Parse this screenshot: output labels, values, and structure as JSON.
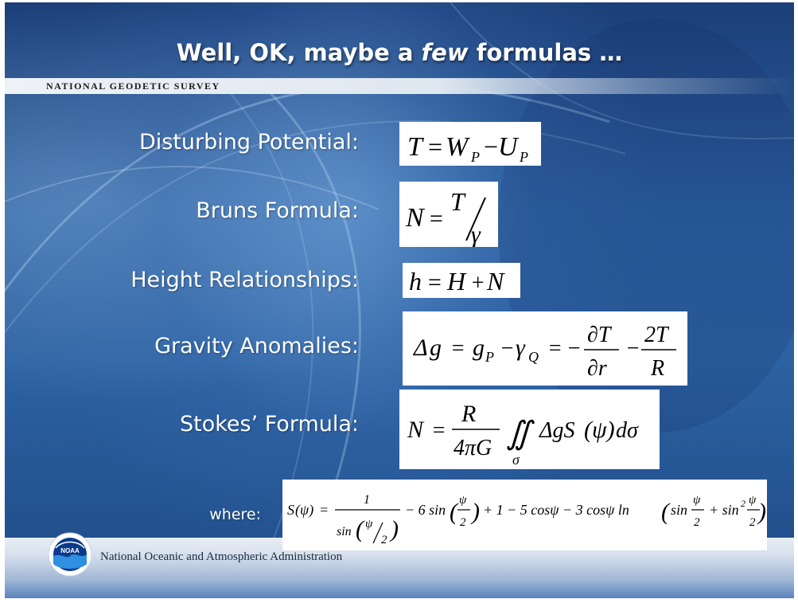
{
  "slide": {
    "title_before": "Well, OK, maybe a ",
    "title_emphasis": "few",
    "title_after": " formulas …",
    "organization": "NATIONAL GEODETIC SURVEY",
    "footer_organization": "National Oceanic and Atmospheric Administration",
    "logo_text": "NOAA"
  },
  "formulas": [
    {
      "label": "Disturbing Potential:"
    },
    {
      "label": "Bruns Formula:"
    },
    {
      "label": "Height Relationships:"
    },
    {
      "label": "Gravity Anomalies:"
    },
    {
      "label": "Stokes’ Formula:"
    },
    {
      "label": "where:"
    }
  ],
  "colors": {
    "background_dark": "#1c3f78",
    "background_light": "#2c62a2",
    "text": "#ffffff",
    "formula_box": "#ffffff"
  }
}
